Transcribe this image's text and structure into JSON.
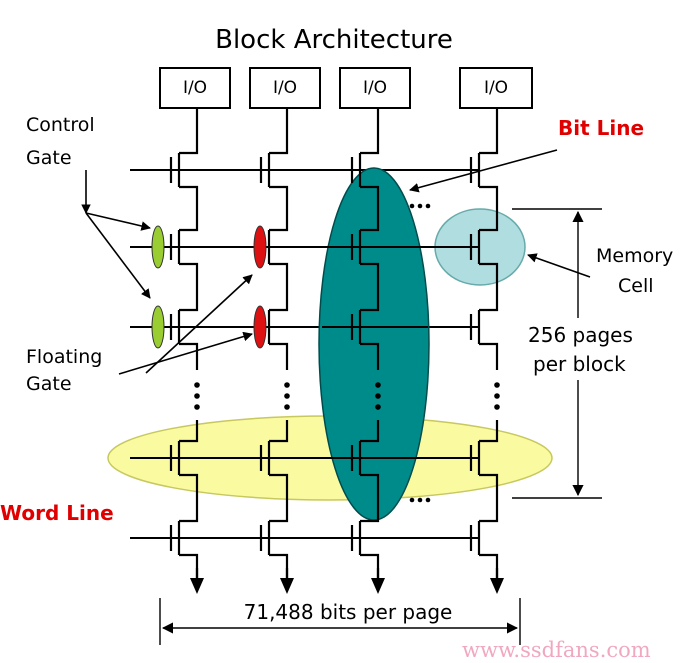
{
  "title": "Block Architecture",
  "io_label": "I/O",
  "labels": {
    "control_gate": [
      "Control",
      "Gate"
    ],
    "floating_gate": [
      "Floating",
      "Gate"
    ],
    "bit_line": "Bit Line",
    "word_line": "Word Line",
    "memory_cell": [
      "Memory",
      "Cell"
    ],
    "pages_per_block": [
      "256 pages",
      "per block"
    ],
    "bits_per_page": "71,488 bits per page"
  },
  "watermark": "www.ssdfans.com",
  "colors": {
    "bit_line_highlight": "#008b8b",
    "word_line_highlight": "#fafaa0",
    "memory_cell_highlight": "#b0dde0",
    "control_gate_oval": "#9acd32",
    "floating_gate_oval": "#dd1111",
    "accent_red": "#e00000",
    "watermark": "#f0a8c0"
  }
}
